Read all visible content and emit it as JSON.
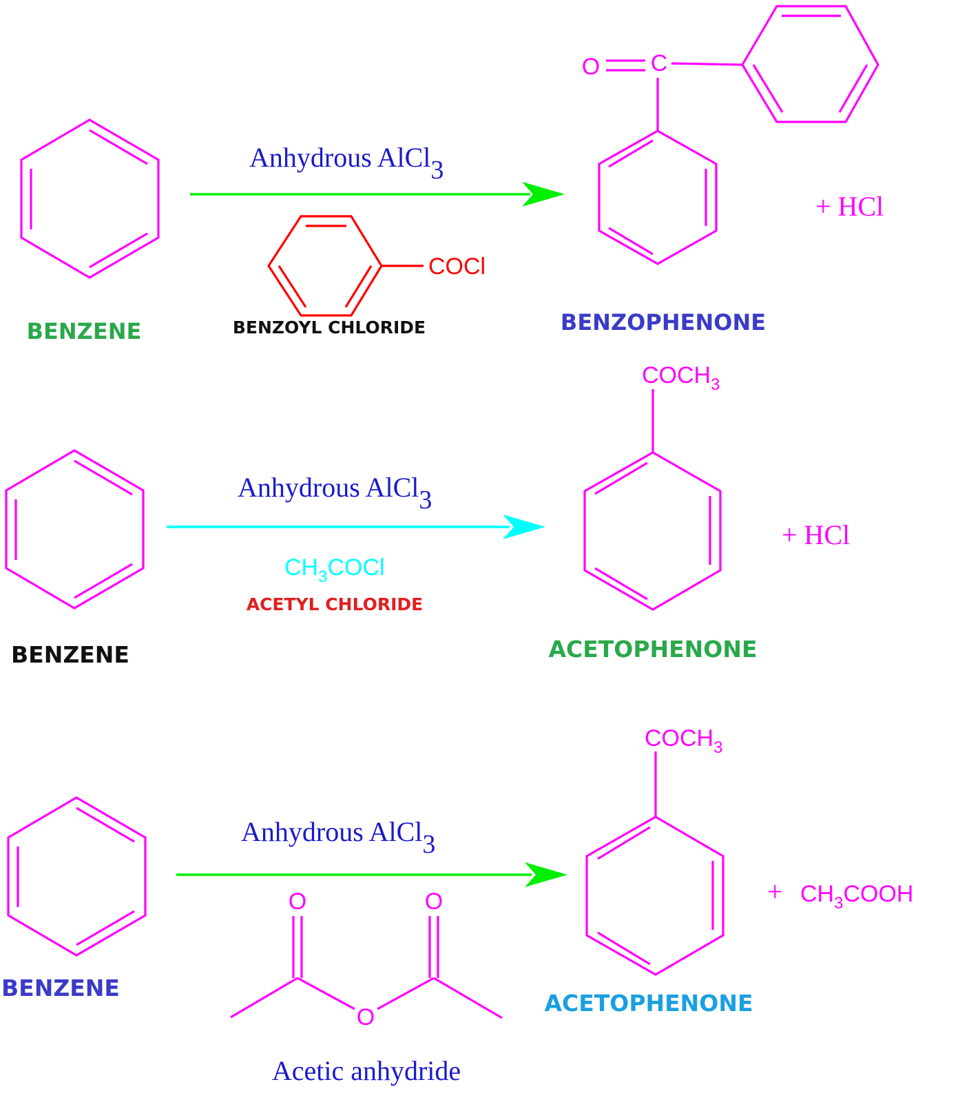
{
  "colors": {
    "magenta": "#ff00ff",
    "green_arrow": "#00ee00",
    "cyan": "#00ffff",
    "red": "#ff0000",
    "blue_text": "#1a1acc",
    "label_green": "#2aa84a",
    "label_indigo": "#3b3bc8",
    "label_black": "#111111",
    "label_red": "#e02020",
    "label_sky": "#1aa0e0"
  },
  "reaction1": {
    "reactant_label": "BENZENE",
    "catalyst_main": "Anhydrous AlCl",
    "catalyst_sub": "3",
    "reagent_group": "COCl",
    "reagent_label": "BENZOYL CHLORIDE",
    "product_o": "O",
    "product_c": "C",
    "product_label": "BENZOPHENONE",
    "byproduct": "+  HCl"
  },
  "reaction2": {
    "reactant_label": "BENZENE",
    "catalyst_main": "Anhydrous AlCl",
    "catalyst_sub": "3",
    "reagent_pre": "CH",
    "reagent_sub": "3",
    "reagent_post": "COCl",
    "reagent_label": "ACETYL CHLORIDE",
    "product_group": "COCH",
    "product_group_sub": "3",
    "product_label": "ACETOPHENONE",
    "byproduct": "+ HCl"
  },
  "reaction3": {
    "reactant_label": "BENZENE",
    "catalyst_main": "Anhydrous AlCl",
    "catalyst_sub": "3",
    "reagent_o1": "O",
    "reagent_o2": "O",
    "reagent_o3": "O",
    "reagent_label": "Acetic anhydride",
    "product_group": "COCH",
    "product_group_sub": "3",
    "product_label": "ACETOPHENONE",
    "byproduct_plus": "+",
    "byproduct_pre": "CH",
    "byproduct_sub": "3",
    "byproduct_post": "COOH"
  }
}
